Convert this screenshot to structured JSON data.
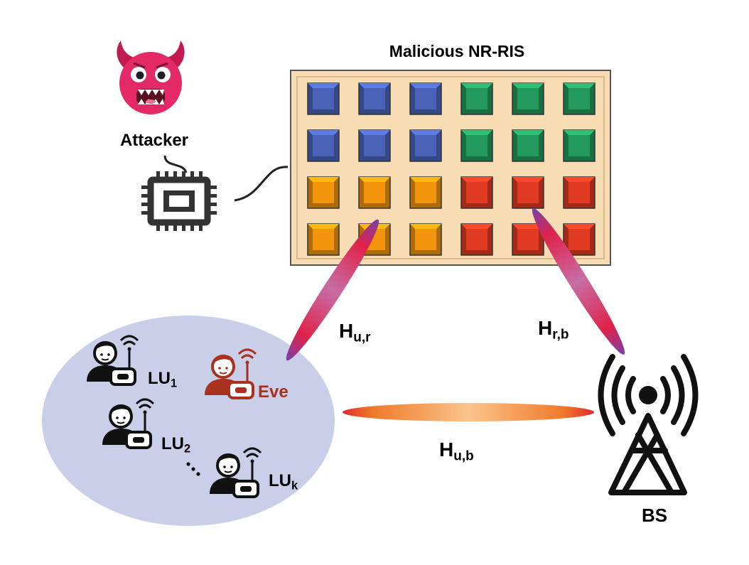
{
  "ris": {
    "title": "Malicious NR-RIS",
    "grid": [
      [
        "blue",
        "blue",
        "blue",
        "green",
        "green",
        "green"
      ],
      [
        "blue",
        "blue",
        "blue",
        "green",
        "green",
        "green"
      ],
      [
        "orange",
        "orange",
        "orange",
        "red",
        "red",
        "red"
      ],
      [
        "orange",
        "orange",
        "orange",
        "red",
        "red",
        "red"
      ]
    ],
    "colors": {
      "blue": "#4a63b9",
      "green": "#239a5c",
      "orange": "#f2950c",
      "red": "#e03a22",
      "panel": "#f8dcb4"
    }
  },
  "attacker": {
    "label": "Attacker",
    "icon": "devil-face-icon"
  },
  "chip": {
    "icon": "microchip-icon"
  },
  "channels": {
    "h_ur": {
      "main": "H",
      "sub": "u,r"
    },
    "h_rb": {
      "main": "H",
      "sub": "r,b"
    },
    "h_ub": {
      "main": "H",
      "sub": "u,b"
    }
  },
  "users": [
    {
      "main": "LU",
      "sub": "1"
    },
    {
      "main": "LU",
      "sub": "2"
    },
    {
      "main": "LU",
      "sub": "k"
    }
  ],
  "eve": {
    "label": "Eve",
    "color": "#a8321e"
  },
  "bs": {
    "label": "BS",
    "icon": "cell-tower-icon"
  },
  "user_zone_color": "#c9cfe8"
}
